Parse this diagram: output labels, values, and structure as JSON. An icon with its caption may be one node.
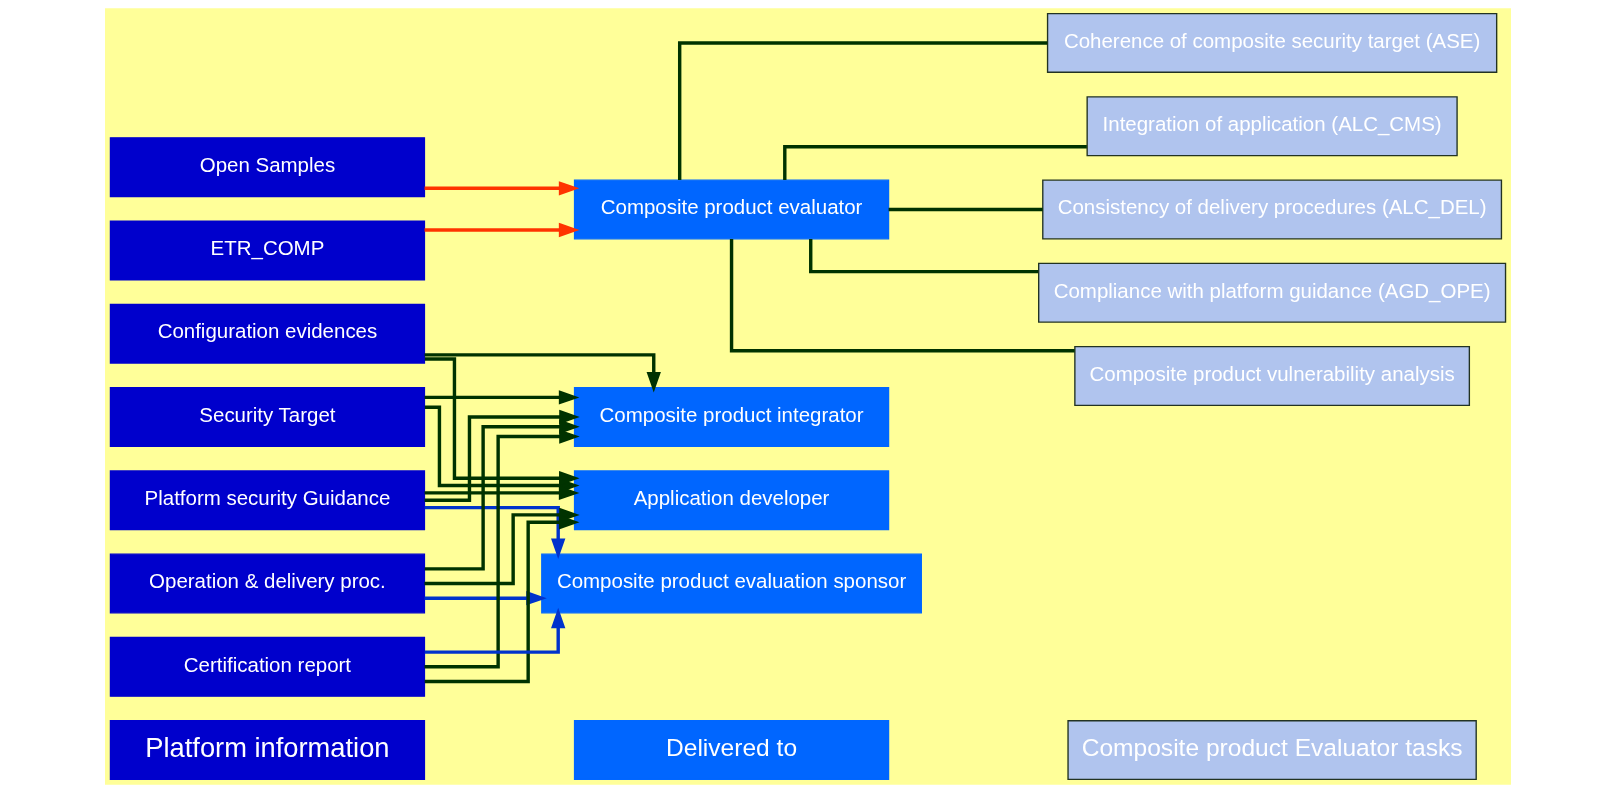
{
  "diagram": {
    "nodes": [
      {
        "text": [
          "Platform information"
        ]
      },
      {
        "text": [
          "Security Target"
        ]
      },
      {
        "text": [
          "Open Samples"
        ]
      },
      {
        "text": [
          "Platform security Guidance"
        ]
      },
      {
        "text": [
          "Operation & delivery proc."
        ]
      },
      {
        "text": [
          "ETR_COMP"
        ]
      },
      {
        "text": [
          "Configuration evidences"
        ]
      },
      {
        "text": [
          "Certification report"
        ]
      },
      {
        "text": [
          "Delivered to"
        ]
      },
      {
        "text": [
          "Application developer"
        ]
      },
      {
        "text": [
          "Composite product evaluator"
        ]
      },
      {
        "text": [
          "Composite product integrator"
        ]
      },
      {
        "text": [
          "Composite product evaluation sponsor"
        ]
      },
      {
        "text": [
          "Composite product Evaluator tasks"
        ]
      },
      {
        "text": [
          "Coherence of composite security target (ASE)"
        ]
      },
      {
        "text": [
          "Integration of application (ALC_CMS)"
        ]
      },
      {
        "text": [
          "Consistency of delivery procedures (ALC_DEL)"
        ]
      },
      {
        "text": [
          "Compliance with platform guidance (AGD_OPE)"
        ]
      },
      {
        "text": [
          "Composite product vulnerability analysis"
        ]
      }
    ],
    "edges": [
      {
        "from": 1,
        "to": 9,
        "arrow": "to"
      },
      {
        "from": 3,
        "to": 9,
        "arrow": "to"
      },
      {
        "from": 4,
        "to": 9,
        "arrow": "to"
      },
      {
        "from": 6,
        "to": 9,
        "arrow": "to"
      },
      {
        "from": 7,
        "to": 9,
        "arrow": "to"
      },
      {
        "from": 1,
        "to": 11,
        "arrow": "to"
      },
      {
        "from": 3,
        "to": 11,
        "arrow": "to"
      },
      {
        "from": 4,
        "to": 11,
        "arrow": "to"
      },
      {
        "from": 6,
        "to": 11,
        "arrow": "to"
      },
      {
        "from": 7,
        "to": 11,
        "arrow": "to"
      },
      {
        "from": 2,
        "to": 10,
        "arrow": "to",
        "color": "#ff3300"
      },
      {
        "from": 5,
        "to": 10,
        "arrow": "to",
        "color": "#ff3300"
      },
      {
        "from": 3,
        "to": 12,
        "arrow": "to",
        "color": "#0033cc"
      },
      {
        "from": 4,
        "to": 12,
        "arrow": "to",
        "color": "#0033cc"
      },
      {
        "from": 7,
        "to": 12,
        "arrow": "to",
        "color": "#0033cc"
      },
      {
        "from": 10,
        "to": 14,
        "arrow": "none"
      },
      {
        "from": 10,
        "to": 15,
        "arrow": "none"
      },
      {
        "from": 10,
        "to": 16,
        "arrow": "none"
      },
      {
        "from": 10,
        "to": 17,
        "arrow": "none"
      },
      {
        "from": 10,
        "to": 18,
        "arrow": "none"
      }
    ]
  }
}
